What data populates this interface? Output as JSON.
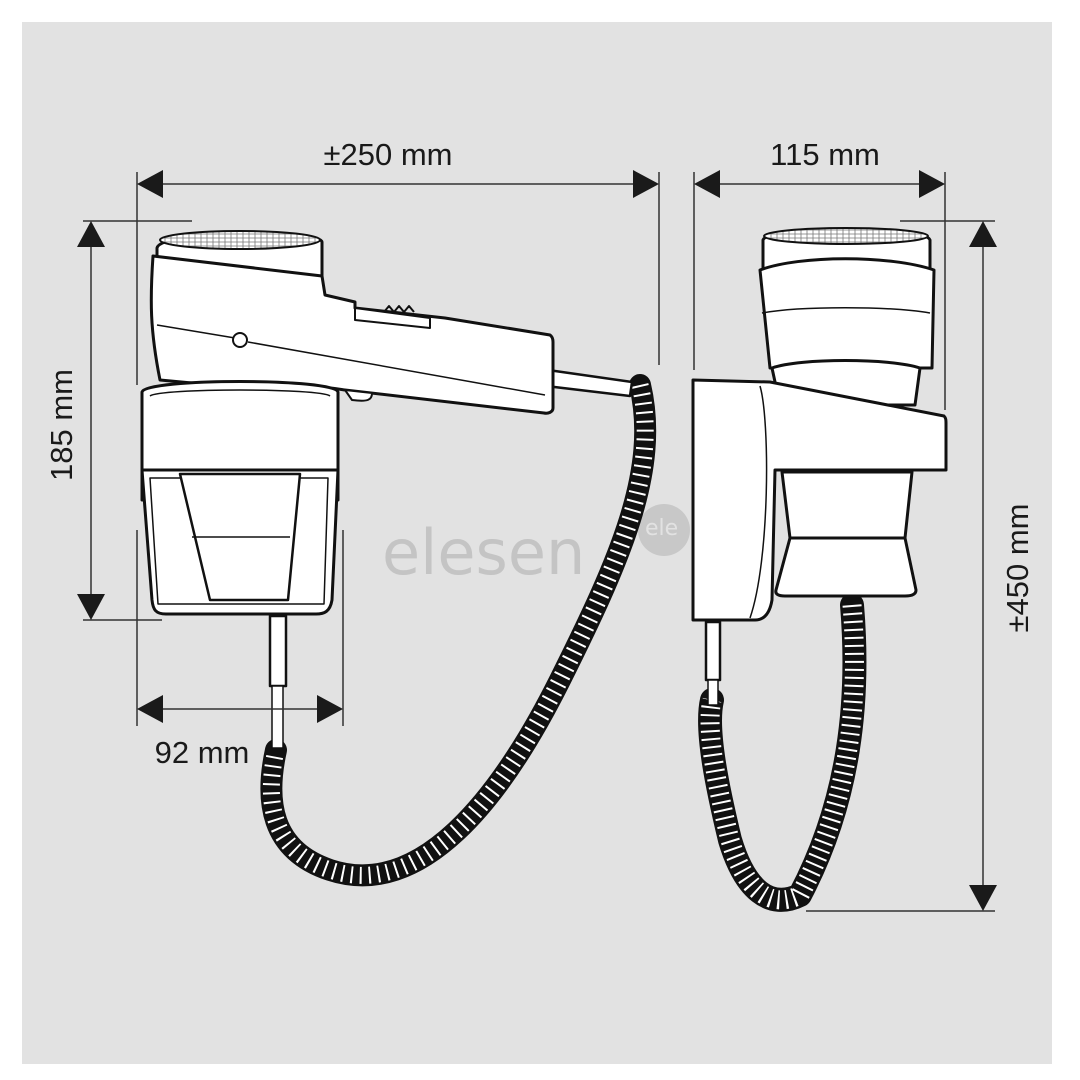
{
  "diagram": {
    "subject": "Wall-mounted hair dryer with holder and coiled cord",
    "views": [
      {
        "name": "side-view",
        "label": ""
      },
      {
        "name": "front-view",
        "label": ""
      }
    ],
    "dimensions": {
      "total_width": "±250 mm",
      "front_width": "115 mm",
      "holder_height": "185 mm",
      "holder_depth": "92 mm",
      "total_height": "±450 mm"
    }
  },
  "watermark": {
    "text": "elesen",
    "badge": "ele"
  },
  "colors": {
    "background": "#e2e2e2",
    "outline": "#111111",
    "fill": "#ffffff",
    "dimension_line": "#333333",
    "watermark": "#c4c4c4"
  }
}
